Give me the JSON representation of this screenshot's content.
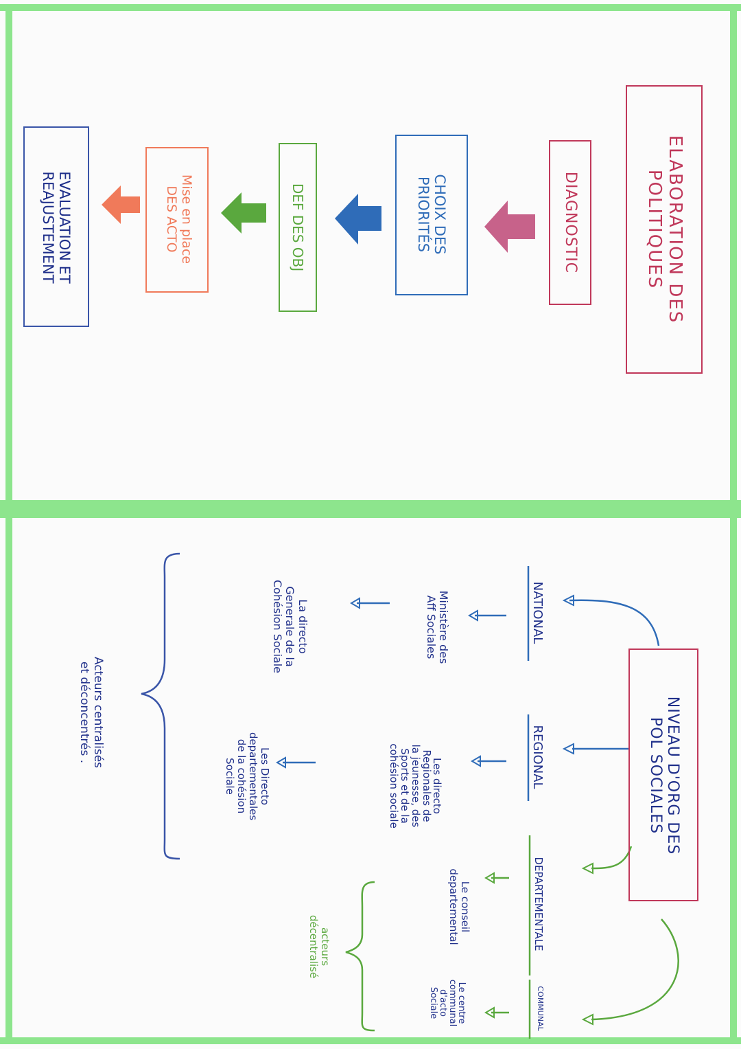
{
  "colors": {
    "frame": "#8de58d",
    "crimson": "#c0385a",
    "pink": "#c7628a",
    "navy": "#3a55a8",
    "blue": "#2f6cb8",
    "green": "#5aa83e",
    "orange": "#f07a5a",
    "ink": "#1f2f8a"
  },
  "left_panel": {
    "title": [
      "ELABORATION DES",
      "POLITIQUES"
    ],
    "steps": [
      {
        "lines": [
          "DIAGNOSTIC"
        ]
      },
      {
        "lines": [
          "CHOIX DES",
          "PRIORITÉS"
        ]
      },
      {
        "lines": [
          "DEF DES OBJ"
        ]
      },
      {
        "lines": [
          "Mise en place",
          "DES ACTO"
        ]
      },
      {
        "lines": [
          "EVALUATION ET",
          "REAJUSTEMENT"
        ]
      }
    ]
  },
  "right_panel": {
    "title": [
      "NIVEAU D'ORG DES",
      "POL SOCIALES"
    ],
    "levels": {
      "national": "NATIONAL",
      "regional": "REGIONAL",
      "departemental": "DEPARTEMENTALE",
      "communal": "COMMUNAL"
    },
    "national_items": [
      [
        "Ministère des",
        "Aff Sociales"
      ],
      [
        "La directo",
        "Generale de la",
        "Cohésion Sociale"
      ]
    ],
    "regional_items": [
      [
        "Les directo",
        "Regionales de",
        "la jeunesse, des",
        "Sports et de la",
        "cohésion sociale"
      ],
      [
        "Les Directo",
        "departementales",
        "de la cohésion",
        "Sociale"
      ]
    ],
    "departemental_item": [
      "Le conseil",
      "departemental"
    ],
    "communal_item": [
      "Le centre",
      "communal",
      "d'acto",
      "Sociale"
    ],
    "brace_central": [
      "Acteurs centralisés",
      "et déconcentrés ."
    ],
    "brace_local": [
      "acteurs",
      "décentralisé"
    ]
  }
}
